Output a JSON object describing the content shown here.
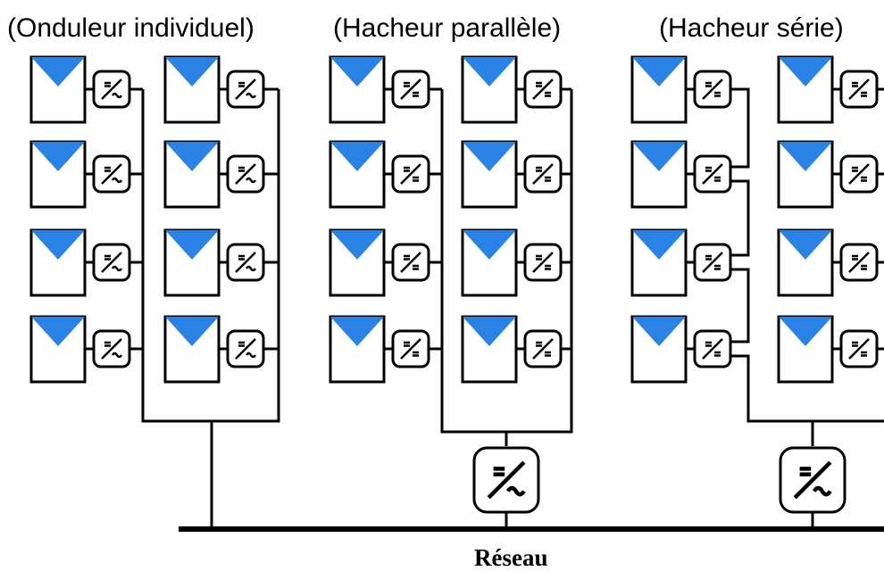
{
  "titles": {
    "individual": "(Onduleur individuel)",
    "parallel": "(Hacheur parallèle)",
    "series": "(Hacheur série)"
  },
  "network_label": "Réseau",
  "colors": {
    "panel_fill": "#2a82e4",
    "line": "#000000",
    "background": "#ffffff"
  },
  "icons": {
    "panel": "solar-panel-icon",
    "micro_inverter": "dc-ac-converter-icon",
    "dc_chopper": "dc-dc-converter-icon",
    "central_inverter": "dc-ac-inverter-icon"
  }
}
